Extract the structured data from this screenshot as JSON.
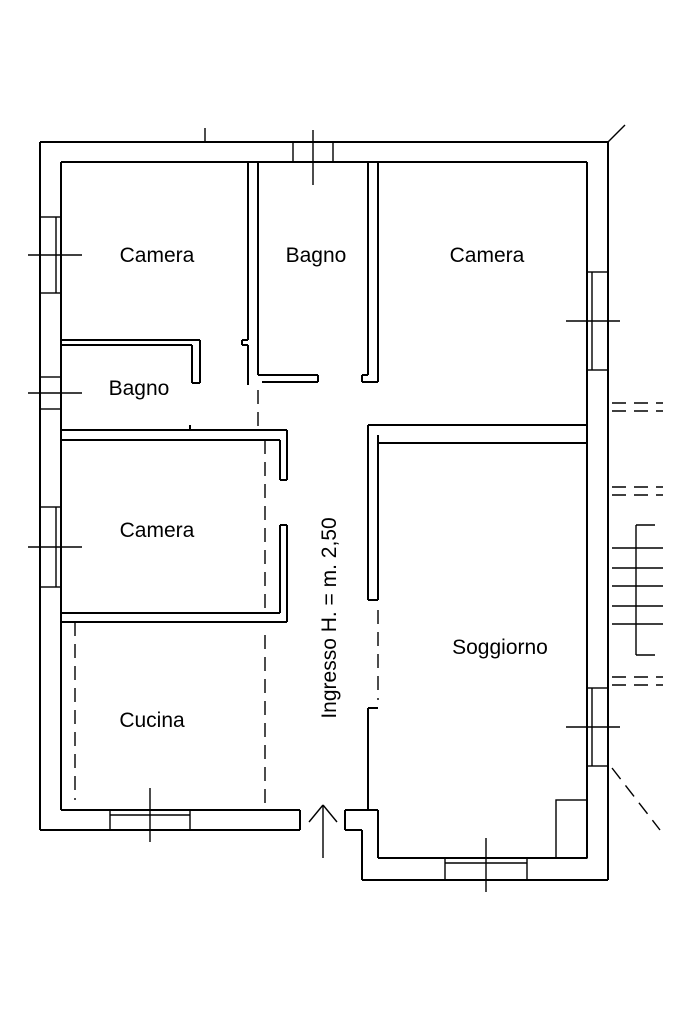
{
  "rooms": {
    "camera_top_left": "Camera",
    "bagno_center": "Bagno",
    "camera_top_right": "Camera",
    "bagno_left": "Bagno",
    "camera_mid_left": "Camera",
    "soggiorno": "Soggiorno",
    "cucina": "Cucina"
  },
  "entrance": {
    "label": "Ingresso H. = m. 2,50"
  },
  "colors": {
    "line": "#000000",
    "background": "#ffffff"
  }
}
